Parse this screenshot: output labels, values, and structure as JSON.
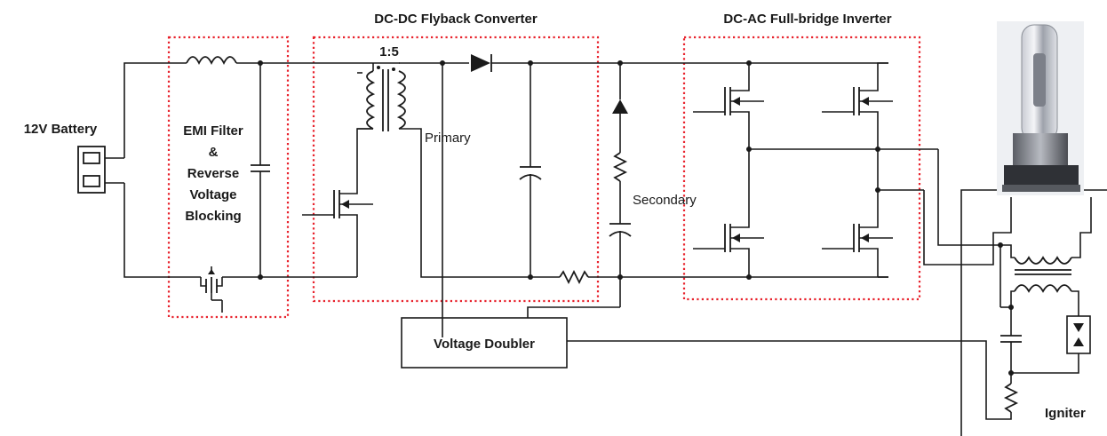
{
  "blocks": {
    "flyback_title": "DC-DC Flyback Converter",
    "inverter_title": "DC-AC Full-bridge Inverter",
    "battery_label": "12V Battery",
    "emi_line1": "EMI Filter",
    "emi_line2": "&",
    "emi_line3": "Reverse",
    "emi_line4": "Voltage",
    "emi_line5": "Blocking",
    "ratio_label": "1:5",
    "primary_label": "Primary",
    "secondary_label": "Secondary",
    "doubler_label": "Voltage Doubler",
    "igniter_label": "Igniter"
  },
  "colors": {
    "box_dotted": "#e8212b",
    "wire": "#1a1a1a"
  }
}
